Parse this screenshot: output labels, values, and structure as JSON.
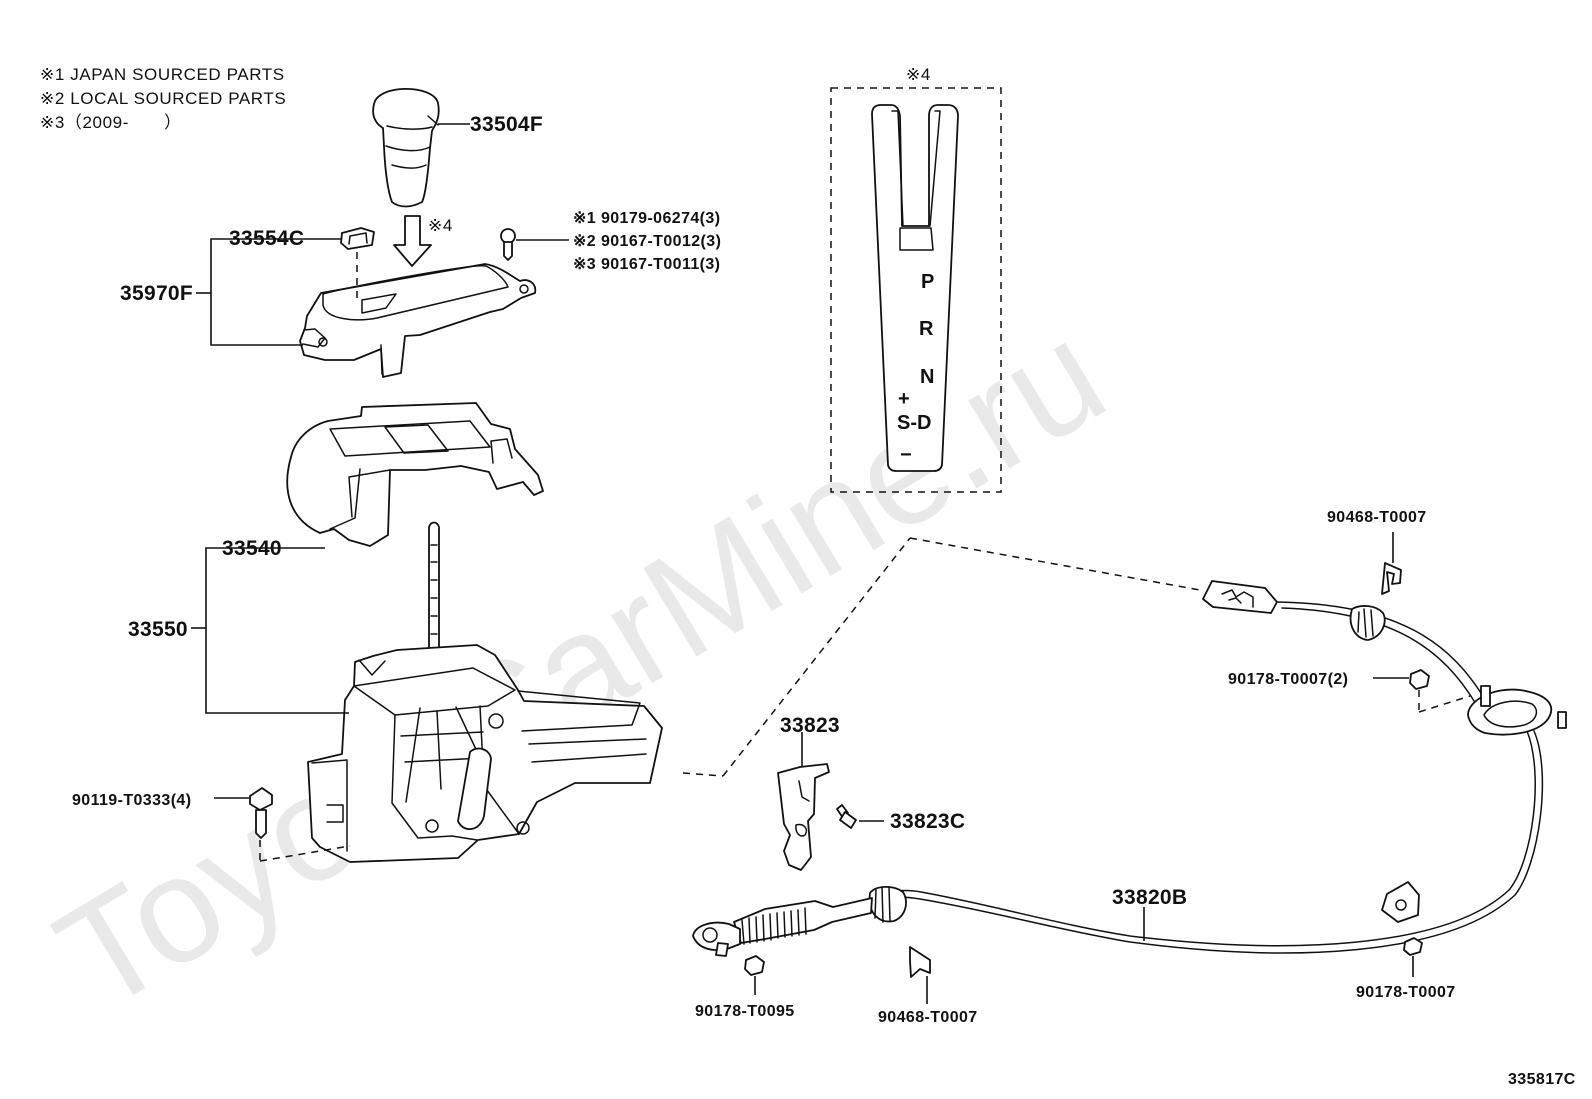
{
  "diagram": {
    "watermark": "ToyotaCarMine.ru",
    "figure_code": "335817C",
    "notes": [
      "※1 JAPAN SOURCED PARTS",
      "※2 LOCAL SOURCED PARTS",
      "※3（2009-　　）"
    ],
    "inset": {
      "label": "※4",
      "positions": [
        "P",
        "R",
        "N",
        "S-D"
      ],
      "plus": "+",
      "minus": "−"
    },
    "arrow_note": "※4",
    "parts": {
      "knob": "33504F",
      "clip": "33554C",
      "plate": "35970F",
      "screw_1": "※1 90179-06274(3)",
      "screw_2": "※2 90167-T0012(3)",
      "screw_3": "※3 90167-T0011(3)",
      "cover": "33540",
      "shift_assembly": "33550",
      "bolt": "90119-T0333(4)",
      "bracket": "33823",
      "bracket_bolt": "33823C",
      "cable": "33820B",
      "clip_top": "90468-T0007",
      "nut_top": "90178-T0007(2)",
      "clip_bottom": "90468-T0007",
      "nut_end": "90178-T0095",
      "nut_bottom": "90178-T0007"
    }
  }
}
